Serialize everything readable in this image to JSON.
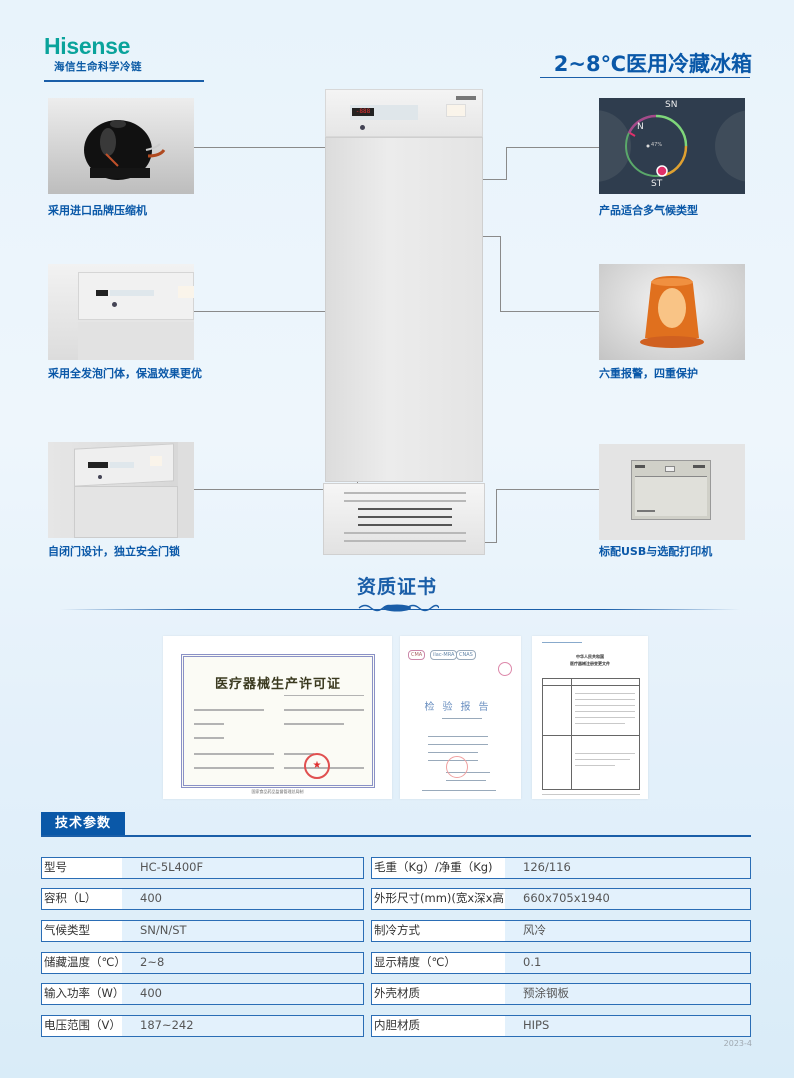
{
  "header": {
    "logo_en": "Hisense",
    "logo_cn": "海信生命科学冷链",
    "title": "2~8℃医用冷藏冰箱",
    "brand_color": "#0aa39b",
    "accent_color": "#0a58a8"
  },
  "product_display": {
    "lcd_reading": "-888"
  },
  "features": [
    {
      "label": "采用进口品牌压缩机",
      "icon": "compressor-image"
    },
    {
      "label": "采用全发泡门体，保温效果更优",
      "icon": "door-panel-image"
    },
    {
      "label": "自闭门设计，独立安全门锁",
      "icon": "door-lock-image"
    },
    {
      "label": "产品适合多气候类型",
      "icon": "climate-dial-image"
    },
    {
      "label": "六重报警，四重保护",
      "icon": "alarm-light-image"
    },
    {
      "label": "标配USB与选配打印机",
      "icon": "printer-image"
    }
  ],
  "climate_dial": {
    "labels": [
      "SN",
      "N",
      "ST"
    ],
    "center_value": "47%"
  },
  "certificates": {
    "section_title": "资质证书",
    "license": {
      "title": "医疗器械生产许可证",
      "footer": "国家食品药品监督管理总局制"
    },
    "report": {
      "title": "检验报告",
      "badges": [
        "CMA",
        "ilac-MRA",
        "CNAS"
      ]
    },
    "document": {
      "title_line1": "中华人民共和国",
      "title_line2": "医疗器械注册变更文件"
    }
  },
  "tech_specs": {
    "section_title": "技术参数",
    "left": [
      {
        "label": "型号",
        "value": "HC-5L400F"
      },
      {
        "label": "容积（L）",
        "value": "400"
      },
      {
        "label": "气候类型",
        "value": "SN/N/ST"
      },
      {
        "label": "储藏温度（℃）",
        "value": "2~8"
      },
      {
        "label": "输入功率（W）",
        "value": "400"
      },
      {
        "label": "电压范围（V）",
        "value": "187~242"
      }
    ],
    "right": [
      {
        "label": "毛重（Kg）/净重（Kg)",
        "value": "126/116"
      },
      {
        "label": "外形尺寸(mm)(宽x深x高)",
        "value": "660x705x1940"
      },
      {
        "label": "制冷方式",
        "value": "风冷"
      },
      {
        "label": "显示精度（℃）",
        "value": "0.1"
      },
      {
        "label": "外壳材质",
        "value": "预涂钢板"
      },
      {
        "label": "内胆材质",
        "value": "HIPS"
      }
    ]
  },
  "footer": {
    "code": "2023-4"
  }
}
